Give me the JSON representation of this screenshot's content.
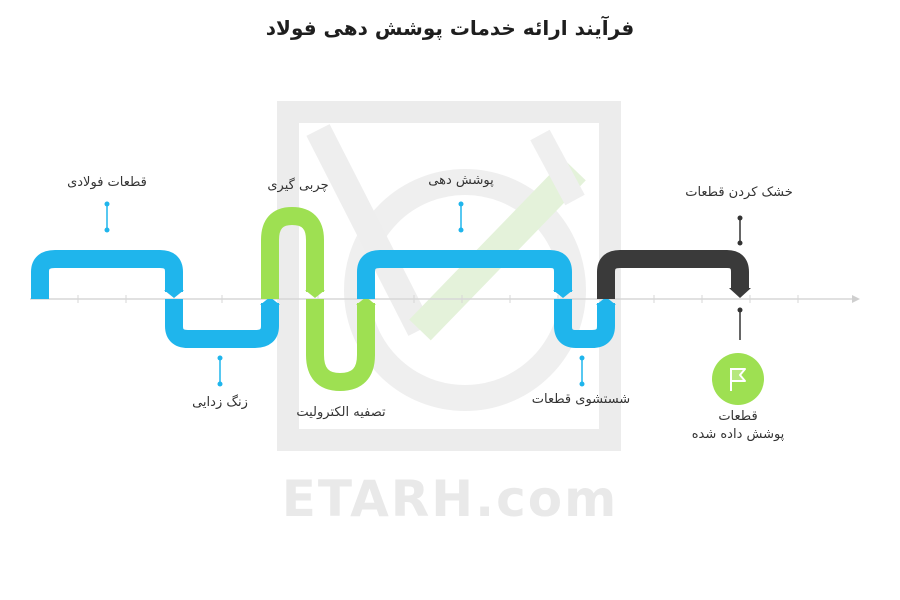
{
  "title": "فرآیند ارائه خدمات پوشش دهی فولاد",
  "watermark": "ETARH.com",
  "colors": {
    "blue": "#1fb5ec",
    "green": "#9ee052",
    "dark": "#3a3a3a",
    "axis": "#d7d7d7",
    "marker_blue": "#1fb5ec",
    "marker_dark": "#333333",
    "watermark": "#e6e6e6"
  },
  "steps": [
    {
      "label": "قطعات فولادی",
      "color": "blue"
    },
    {
      "label": "زنگ زدایی",
      "color": "blue"
    },
    {
      "label": "چربی گیری",
      "color": "green"
    },
    {
      "label": "تصفیه الکترولیت",
      "color": "green"
    },
    {
      "label": "پوشش دهی",
      "color": "blue"
    },
    {
      "label": "شستشوی قطعات",
      "color": "blue"
    },
    {
      "label": "خشک کردن قطعات",
      "color": "dark"
    }
  ],
  "final": {
    "line1": "قطعات",
    "line2": "پوشش داده شده",
    "icon": "flag-icon"
  }
}
